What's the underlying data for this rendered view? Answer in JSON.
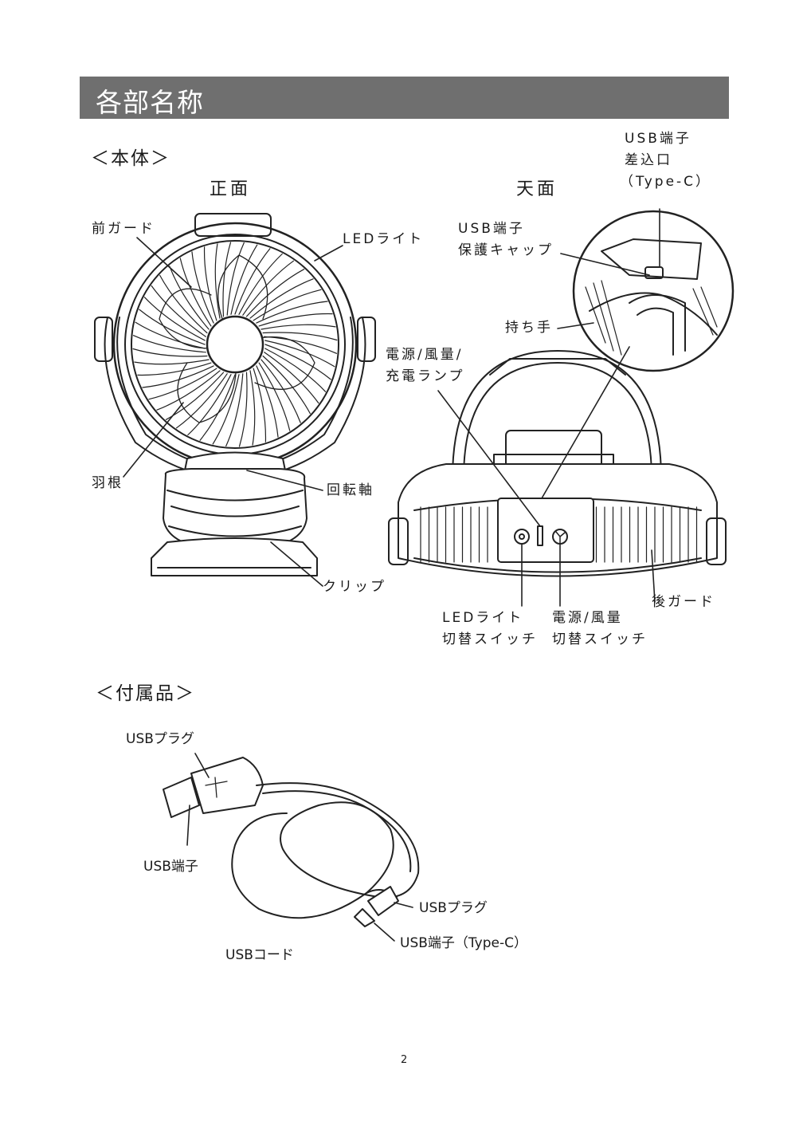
{
  "header": {
    "title": "各部名称"
  },
  "sections": {
    "main_body": "＜本体＞",
    "accessories": "＜付属品＞"
  },
  "views": {
    "front": "正面",
    "top": "天面"
  },
  "labels": {
    "front_guard": "前ガード",
    "led_light": "LEDライト",
    "blade": "羽根",
    "rotation_axis": "回転軸",
    "clip": "クリップ",
    "usb_port_cap_1": "USB端子",
    "usb_port_cap_2": "保護キャップ",
    "usb_inlet_1": "USB端子",
    "usb_inlet_2": "差込口",
    "usb_inlet_3": "（Type-C）",
    "handle": "持ち手",
    "power_lamp_1": "電源/風量/",
    "power_lamp_2": "充電ランプ",
    "rear_guard": "後ガード",
    "led_switch_1": "LEDライト",
    "led_switch_2": "切替スイッチ",
    "power_switch_1": "電源/風量",
    "power_switch_2": "切替スイッチ"
  },
  "accessories": {
    "usb_plug_a": "USBプラグ",
    "usb_port_a": "USB端子",
    "usb_plug_c": "USBプラグ",
    "usb_port_c": "USB端子（Type-C）",
    "usb_cord": "USBコード"
  },
  "page_number": "2"
}
